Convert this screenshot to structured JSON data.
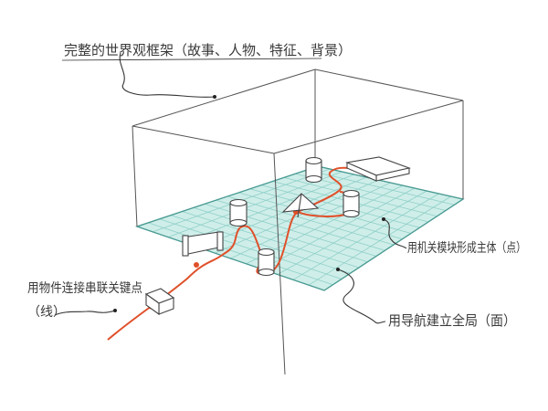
{
  "annotations": {
    "top": "完整的世界观框架（故事、人物、特征、背景）",
    "right": "用机关模块形成主体（点）",
    "left_line1": "用物件连接串联关键点",
    "left_line2": "（线）",
    "bottom": "用导航建立全局（面）"
  },
  "colors": {
    "ink": "#3a3a3a",
    "grid_fill": "#cfeee9",
    "grid_line": "#8fcfc8",
    "path": "#e0502a"
  }
}
